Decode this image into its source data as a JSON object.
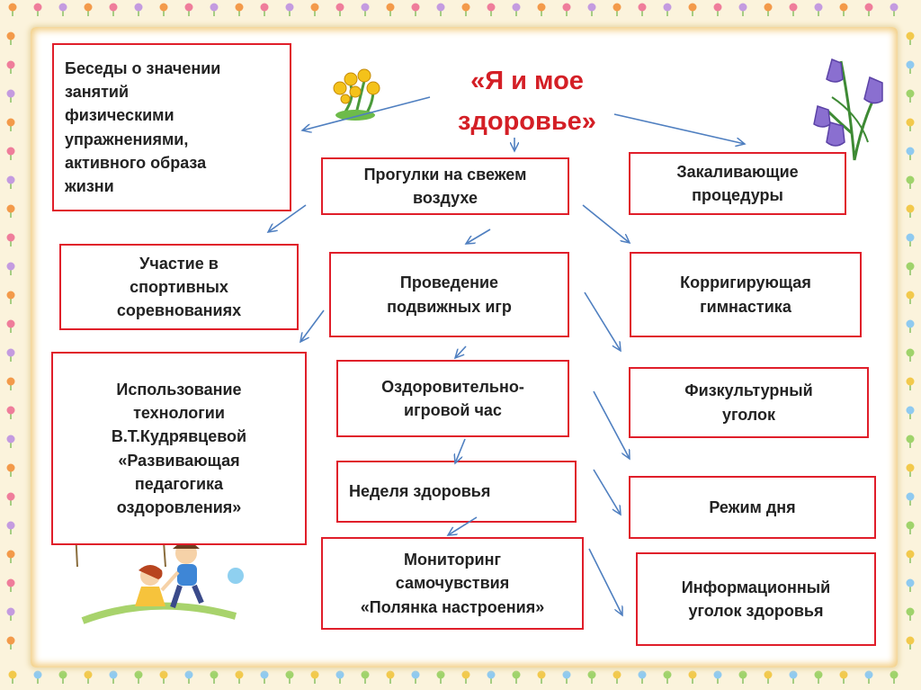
{
  "title": "«Я и мое\nздоровье»",
  "boxes": {
    "conversations": "Беседы о значении\nзанятий\nфизическими\nупражнениями,\nактивного образа\nжизни",
    "walks": "Прогулки на свежем\nвоздухе",
    "hardening": "Закаливающие\nпроцедуры",
    "competitions": "Участие  в\nспортивных\nсоревнованиях",
    "outdoor_games": "Проведение\nподвижных игр",
    "corrective_gym": "Корригирующая\nгимнастика",
    "technology": "Использование\nтехнологии\nВ.Т.Кудрявцевой\n«Развивающая\nпедагогика\nоздоровления»",
    "health_game_hour": "Оздоровительно-\nигровой час",
    "sports_corner": "Физкультурный\nуголок",
    "health_week": "Неделя здоровья",
    "daily_routine": "Режим дня",
    "monitoring": "Мониторинг\nсамочувствия\n«Полянка настроения»",
    "info_corner": "Информационный\nуголок здоровья"
  },
  "colors": {
    "box_border": "#e01e2a",
    "title": "#d41f26",
    "arrow": "#4f7fc0",
    "frame": "#fbf3dc"
  },
  "decorations": [
    "yellow-flowers-icon",
    "bluebell-flowers-icon",
    "children-swing-icon"
  ]
}
